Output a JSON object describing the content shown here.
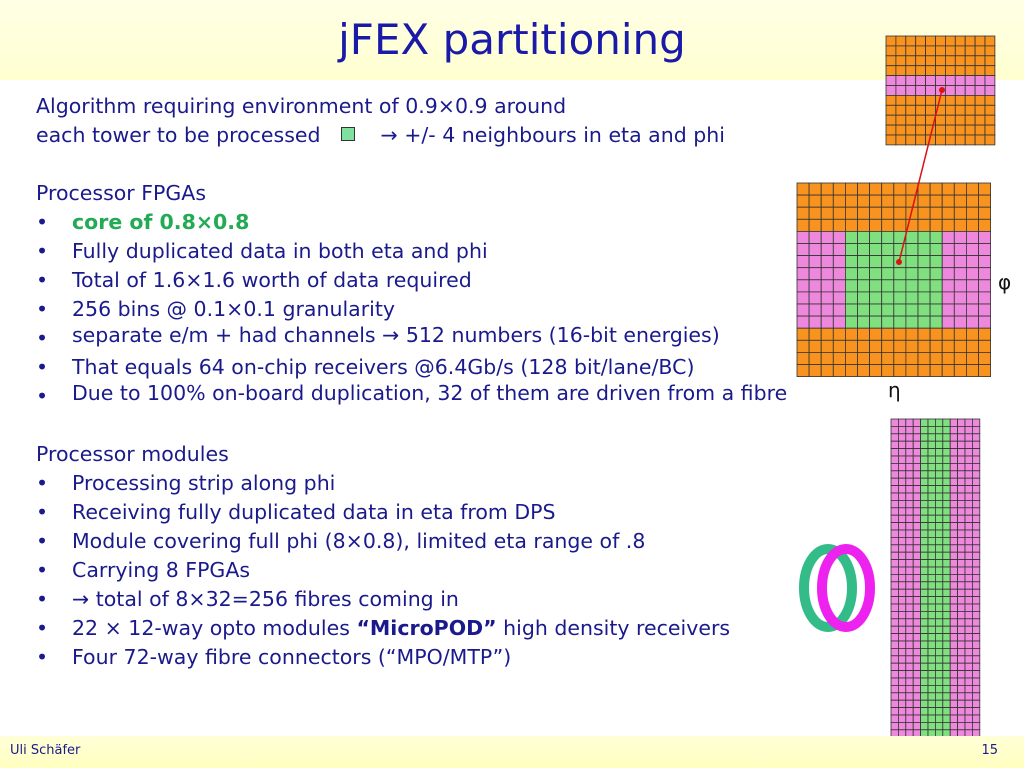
{
  "title": "jFEX partitioning",
  "intro": {
    "line1": "Algorithm requiring environment of 0.9×0.9 around",
    "line2_text": "each tower to be processed",
    "line2_arrow": "→",
    "line2_rest": " +/- 4 neighbours in eta and phi"
  },
  "fpga": {
    "heading": "Processor FPGAs",
    "bullet_symbol": "•",
    "items": [
      {
        "text": "core of 0.8×0.8"
      },
      {
        "text": "Fully duplicated data in both eta and phi"
      },
      {
        "text": "Total of 1.6×1.6 worth of data required"
      },
      {
        "text": "256 bins @ 0.1×0.1 granularity"
      },
      {
        "text_a": "separate e/m + had channels ",
        "arrow": "→",
        "text_b": " 512 numbers (16-bit energies)"
      },
      {
        "text": "That equals 64 on-chip receivers @6.4Gb/s (128 bit/lane/BC)"
      },
      {
        "text": "Due to 100% on-board duplication, 32 of them are driven from a fibre"
      }
    ]
  },
  "modules": {
    "heading": "Processor modules",
    "items": [
      {
        "text": "Processing strip along phi"
      },
      {
        "text": "Receiving fully duplicated data in eta from DPS"
      },
      {
        "text": "Module covering full phi (8×0.8), limited eta range of .8"
      },
      {
        "text": "Carrying 8 FPGAs"
      },
      {
        "arrow": "→",
        "text": " total of 8×32=256 fibres coming in"
      },
      {
        "text_a": "22 × 12-way opto modules ",
        "bold": "“MicroPOD”",
        "text_b": " high density receivers"
      },
      {
        "text": "Four 72-way fibre connectors (“MPO/MTP”)"
      }
    ]
  },
  "labels": {
    "phi": "φ",
    "eta": "η"
  },
  "footer": {
    "author": "Uli Schäfer",
    "page": "15"
  },
  "colors": {
    "orange": "#f7931e",
    "pink": "#ee88dd",
    "green": "#80e080",
    "text": "#1a1a8c",
    "highlight": "#22aa55",
    "ring_magenta": "#ee22ee",
    "ring_green": "#33bb88",
    "pointer": "#dd1111"
  }
}
